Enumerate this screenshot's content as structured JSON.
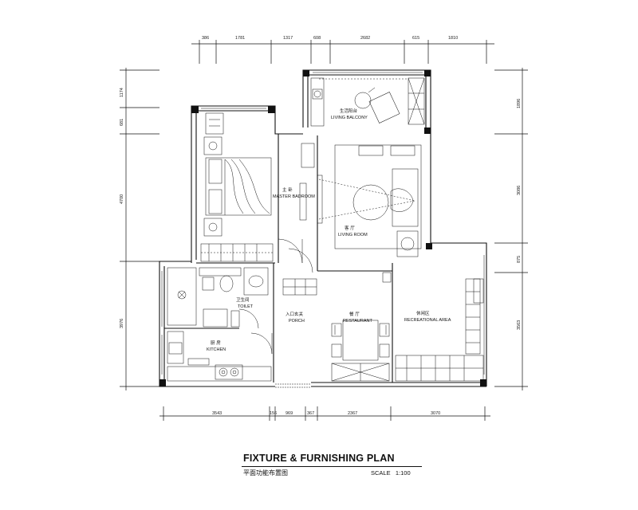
{
  "dimensions": {
    "top": [
      "386",
      "1781",
      "1317",
      "608",
      "2682",
      "615",
      "1810"
    ],
    "bottom": [
      "3543",
      "156",
      "969",
      "367",
      "2367",
      "3070"
    ],
    "left": [
      "1174",
      "681",
      "4700",
      "3976"
    ],
    "right": [
      "1896",
      "3086",
      "875",
      "3563"
    ]
  },
  "rooms": {
    "balcony": {
      "cn": "生活阳台",
      "en": "LIVING BALCONY"
    },
    "master": {
      "cn": "主 卧",
      "en": "MASTER BADROOM"
    },
    "living": {
      "cn": "客 厅",
      "en": "LIVING ROOM"
    },
    "toilet": {
      "cn": "卫生间",
      "en": "TOILET"
    },
    "kitchen": {
      "cn": "厨 房",
      "en": "KITCHEN"
    },
    "porch": {
      "cn": "入口玄关",
      "en": "PORCH"
    },
    "restaurant": {
      "cn": "餐 厅",
      "en": "RESTAURANT"
    },
    "recreation": {
      "cn": "休闲区",
      "en": "RECREATIONAL AREA"
    }
  },
  "title": {
    "main": "FIXTURE & FURNISHING PLAN",
    "sub": "平面功能布置图",
    "scale_label": "SCALE",
    "scale_value": "1:100"
  },
  "colors": {
    "line": "#111111",
    "background": "#ffffff"
  }
}
